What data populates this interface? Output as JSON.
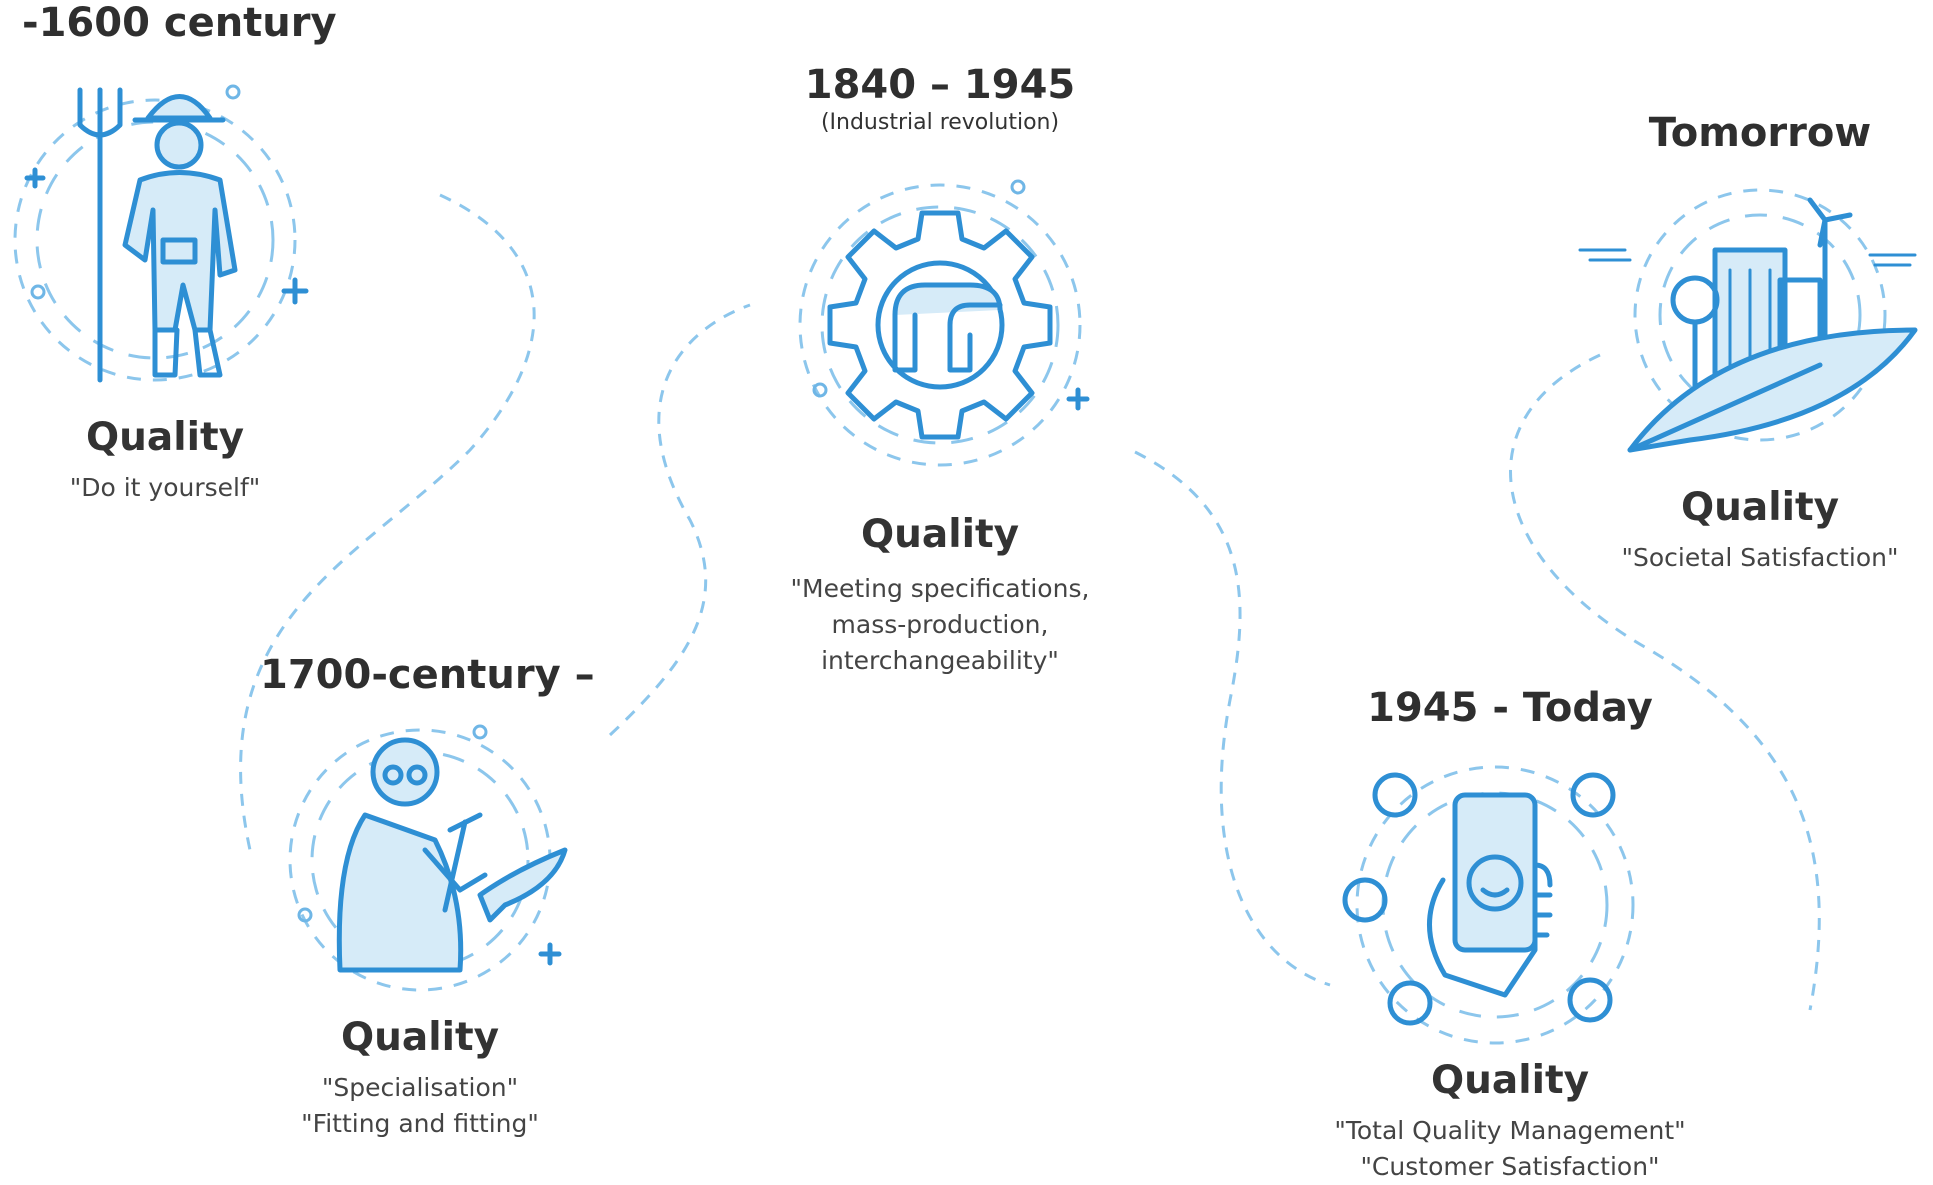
{
  "stages": [
    {
      "era": "-1600 century",
      "title": "Quality",
      "desc": [
        "\"Do it yourself\""
      ],
      "icon": "farmer-icon"
    },
    {
      "era": "1700-century –",
      "title": "Quality",
      "desc": [
        "\"Specialisation\"",
        "\"Fitting and fitting\""
      ],
      "icon": "craftsman-icon"
    },
    {
      "era": "1840 – 1945",
      "era_sub": "(Industrial revolution)",
      "title": "Quality",
      "desc": [
        "\"Meeting specifications,",
        "mass-production,",
        "interchangeability\""
      ],
      "icon": "gear-icon"
    },
    {
      "era": "1945 - Today",
      "title": "Quality",
      "desc": [
        "\"Total Quality Management\"",
        "\"Customer Satisfaction\""
      ],
      "icon": "smartphone-icon"
    },
    {
      "era": "Tomorrow",
      "title": "Quality",
      "desc": [
        "\"Societal Satisfaction\""
      ],
      "icon": "sustainable-city-icon"
    }
  ],
  "colors": {
    "icon_stroke": "#2e8fd4",
    "icon_fill": "#d6ebf8",
    "connector": "#8cc6ec",
    "text": "#333333"
  }
}
